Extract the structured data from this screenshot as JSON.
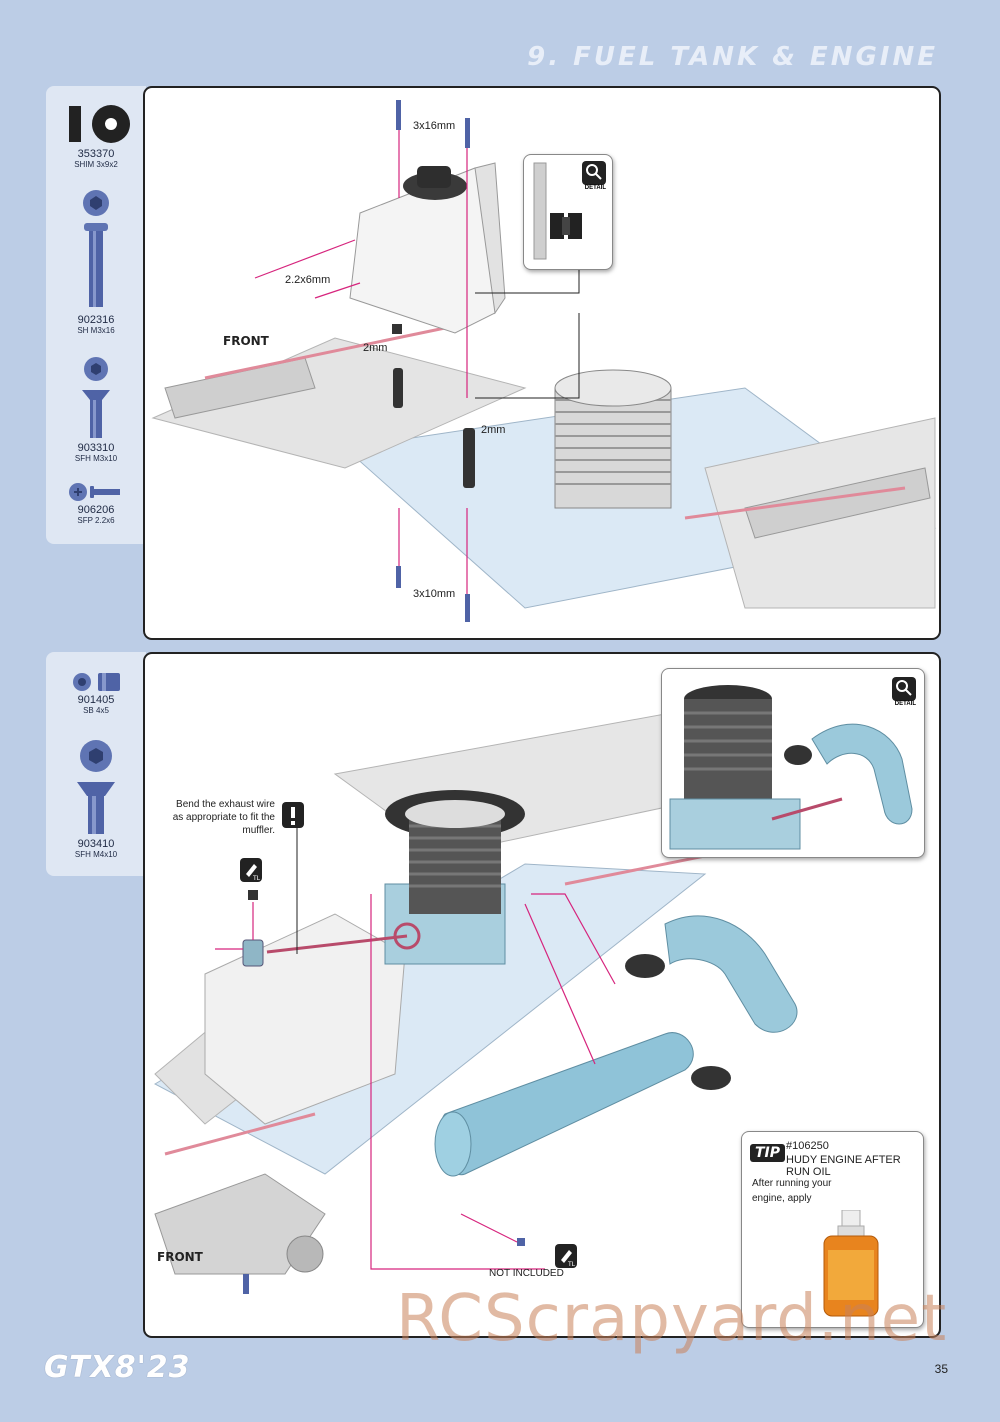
{
  "header": {
    "section_title": "9. FUEL TANK & ENGINE"
  },
  "step1": {
    "parts": [
      {
        "number": "353370",
        "name": "SHIM 3x9x2",
        "icon": "shim-icon"
      },
      {
        "number": "902316",
        "name": "SH M3x16",
        "icon": "socket-head-screw-icon"
      },
      {
        "number": "903310",
        "name": "SFH M3x10",
        "icon": "flat-head-screw-icon"
      },
      {
        "number": "906206",
        "name": "SFP 2.2x6",
        "icon": "phillips-screw-icon"
      }
    ],
    "labels": {
      "screw_top": "3x16mm",
      "screw_side": "2.2x6mm",
      "shim_left": "2mm",
      "shim_right": "2mm",
      "screw_bottom": "3x10mm",
      "front": "FRONT",
      "detail": "DETAIL"
    }
  },
  "step2": {
    "parts": [
      {
        "number": "901405",
        "name": "SB 4x5",
        "icon": "bushing-icon"
      },
      {
        "number": "903410",
        "name": "SFH M4x10",
        "icon": "flat-head-screw-icon"
      }
    ],
    "labels": {
      "note": "Bend the exhaust wire as appropriate to fit the muffler.",
      "not_included": "NOT INCLUDED",
      "front": "FRONT",
      "detail": "DETAIL",
      "tl": "TL"
    },
    "tip": {
      "badge": "TIP",
      "number": "#106250",
      "title": "HUDY ENGINE AFTER RUN OIL",
      "text": "After running your engine, apply"
    }
  },
  "footer": {
    "model": "GTX8'23",
    "page_number": "35",
    "watermark": "RCScrapyard.net"
  },
  "colors": {
    "page_bg": "#bccde6",
    "sidebar_bg": "#dfe7f3",
    "part_blue": "#4f63a6",
    "arrow_magenta": "#d6247d",
    "chassis_blue": "#dbe9f5",
    "muffler": "#8fc3d8"
  }
}
